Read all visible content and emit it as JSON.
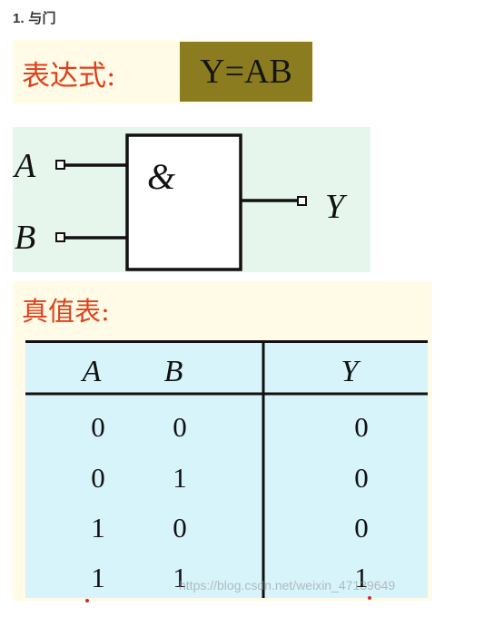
{
  "section": {
    "heading": "1. 与门"
  },
  "expression": {
    "label": "表达式:",
    "value": "Y=AB"
  },
  "gate": {
    "input_a": "A",
    "input_b": "B",
    "symbol": "&",
    "output": "Y"
  },
  "truth_table": {
    "title": "真值表:",
    "headers": [
      "A",
      "B",
      "Y"
    ],
    "rows": [
      [
        "0",
        "0",
        "0"
      ],
      [
        "0",
        "1",
        "0"
      ],
      [
        "1",
        "0",
        "0"
      ],
      [
        "1",
        "1",
        "1"
      ]
    ]
  },
  "watermark": "https://blog.csdn.net/weixin_47139649",
  "colors": {
    "label_red": "#e0401a",
    "expression_box": "#8b7d1f",
    "gate_panel_bg": "#e7f6ec",
    "panel_bg": "#fffbe6",
    "table_bg": "#d7f4fb"
  }
}
